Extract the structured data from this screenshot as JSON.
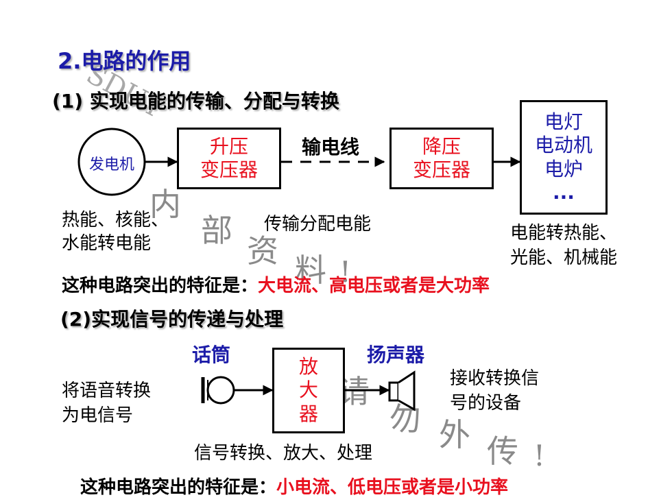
{
  "watermark": {
    "logo": "SDUT",
    "notice_top": [
      "内",
      "部",
      "资",
      "料",
      "!"
    ],
    "notice_bottom": [
      "请",
      "勿",
      "外",
      "传",
      "!"
    ]
  },
  "section_title": "2.电路的作用",
  "part1": {
    "heading_num": "(1)",
    "heading_text": " 实现电能的传输、分配与转换",
    "generator": "发电机",
    "step_up": [
      "升压",
      "变压器"
    ],
    "line_label": "输电线",
    "step_down": [
      "降压",
      "变压器"
    ],
    "loads": [
      "电灯",
      "电动机",
      "电炉",
      "..."
    ],
    "note_left": [
      "热能、核能、",
      "水能转电能"
    ],
    "note_mid": "传输分配电能",
    "note_right": [
      "电能转热能、",
      "光能、机械能"
    ],
    "feature_prefix": "这种电路突出的特征是：",
    "feature_value": "大电流、高电压或者是大功率"
  },
  "part2": {
    "heading": "(2)实现信号的传递与处理",
    "mic_label": "话筒",
    "speaker_label": "扬声器",
    "amp": [
      "放",
      "大",
      "器"
    ],
    "note_left": [
      "将语音转换",
      "为电信号"
    ],
    "note_right": [
      "接收转换信",
      "号的设备"
    ],
    "note_bottom": "信号转换、放大、处理",
    "feature_prefix": "这种电路突出的特征是：",
    "feature_value": "小电流、低电压或者是小功率"
  },
  "colors": {
    "blue": "#1c1ca8",
    "red": "#e8101e",
    "watermark": "#8a8a8a"
  }
}
